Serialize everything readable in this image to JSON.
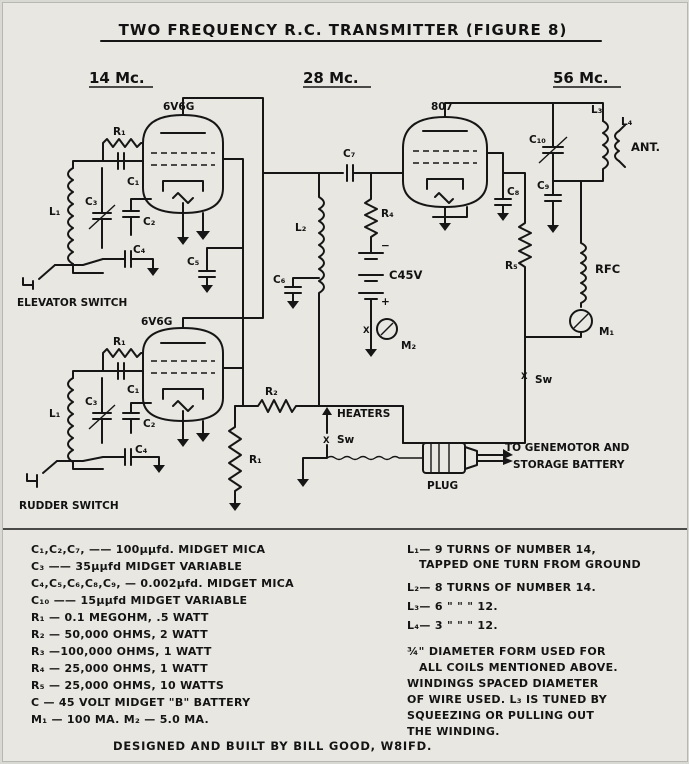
{
  "title": "TWO FREQUENCY R.C. TRANSMITTER (FIGURE 8)",
  "bands": {
    "b14": "14 Mc.",
    "b28": "28 Mc.",
    "b56": "56 Mc."
  },
  "tubes": {
    "t1": "6V6G",
    "t2": "6V6G",
    "t3": "807"
  },
  "labels": {
    "R1": "R₁",
    "C1": "C₁",
    "C2": "C₂",
    "C3": "C₃",
    "L1": "L₁",
    "C4": "C₄",
    "C5": "C₅",
    "R1b": "R₁",
    "C1b": "C₁",
    "C2b": "C₂",
    "C3b": "C₃",
    "L1b": "L₁",
    "C4b": "C₄",
    "R2": "R₂",
    "R1c": "R₁",
    "C7": "C₇",
    "L2": "L₂",
    "C6": "C₆",
    "R4": "R₄",
    "C45V": "C45V",
    "M2": "M₂",
    "C8": "C₈",
    "R5": "R₅",
    "C10": "C₁₀",
    "C9": "C₉",
    "L3": "L₃",
    "L4": "L₄",
    "ANT": "ANT.",
    "RFC": "RFC",
    "M1": "M₁",
    "SW1": "Sw",
    "SW2": "Sw",
    "HEATERS": "HEATERS",
    "PLUG": "PLUG",
    "genemotor1": "TO GENEMOTOR AND",
    "genemotor2": "STORAGE BATTERY",
    "elevator": "ELEVATOR SWITCH",
    "rudder": "RUDDER SWITCH",
    "minus": "−",
    "plus": "+"
  },
  "legend": {
    "left": [
      "C₁,C₂,C₇, —— 100μμfd. MIDGET MICA",
      "C₃ —— 35μμfd MIDGET VARIABLE",
      "C₄,C₅,C₆,C₈,C₉, — 0.002μfd. MIDGET MICA",
      "C₁₀ —— 15μμfd MIDGET VARIABLE",
      "R₁ — 0.1 MEGOHM, .5 WATT",
      "R₂ — 50,000 OHMS, 2 WATT",
      "R₃ —100,000 OHMS, 1 WATT",
      "R₄ — 25,000 OHMS, 1 WATT",
      "R₅ — 25,000 OHMS, 10 WATTS",
      "C — 45 VOLT MIDGET \"B\" BATTERY",
      "M₁ — 100 MA.     M₂ — 5.0 MA."
    ],
    "right": [
      "L₁— 9 TURNS OF NUMBER 14,",
      "TAPPED ONE TURN FROM GROUND",
      "L₂— 8 TURNS OF NUMBER 14.",
      "L₃— 6    \"      \"      \"      12.",
      "L₄— 3    \"      \"      \"      12.",
      "¾\" DIAMETER FORM USED FOR",
      "ALL COILS MENTIONED ABOVE.",
      "WINDINGS SPACED DIAMETER",
      "OF WIRE USED. L₃ IS TUNED BY",
      "SQUEEZING OR PULLING OUT",
      "THE WINDING."
    ],
    "credit": "DESIGNED AND BUILT BY BILL GOOD, W8IFD."
  }
}
